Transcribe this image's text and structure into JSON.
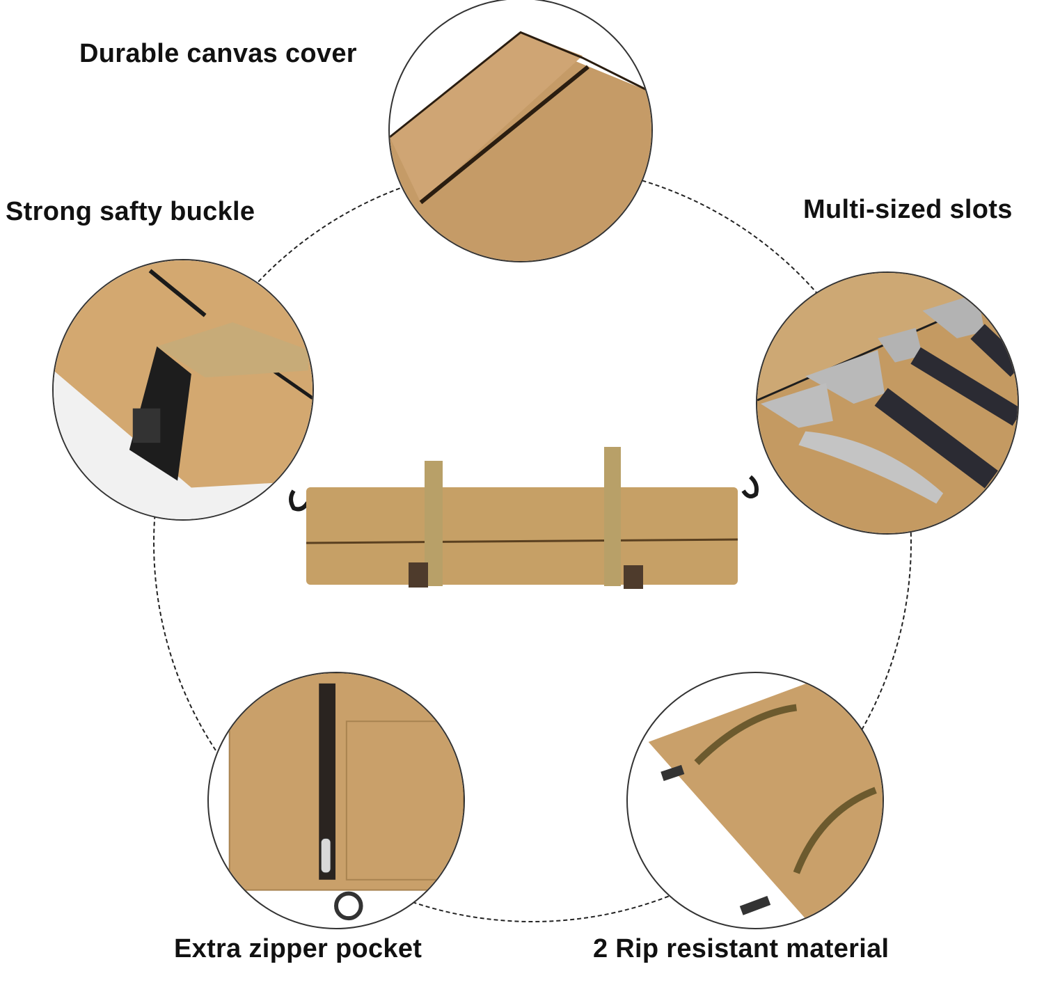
{
  "features": [
    {
      "id": "canvas",
      "label": "Durable canvas cover"
    },
    {
      "id": "buckle",
      "label": "Strong safty buckle"
    },
    {
      "id": "slots",
      "label": "Multi-sized slots"
    },
    {
      "id": "zipper",
      "label": "Extra zipper pocket"
    },
    {
      "id": "material",
      "label": "2 Rip resistant material"
    }
  ],
  "colors": {
    "canvas": "#c9a06a",
    "canvas_dark": "#b08650",
    "strap": "#b89c63",
    "buckle": "#1e1e1e",
    "handle": "#2b2b33",
    "steel": "#b9b9b9",
    "outline": "#222222"
  },
  "center_product": {
    "name": "rolled knife bag",
    "icon": "knife-roll-icon"
  }
}
